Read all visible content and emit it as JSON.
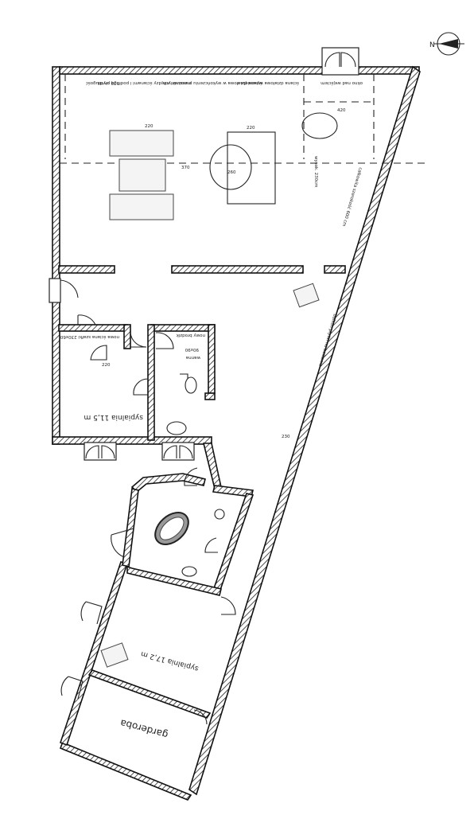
{
  "compass": {
    "label": "N"
  },
  "dimensions": {
    "d1": "220",
    "d2": "220",
    "d3": "370",
    "d4": "260",
    "d5": "420",
    "d6": "220",
    "d7": "230"
  },
  "notes": {
    "top_left": "570 on długość",
    "top_mid_left": "narożniki między ścianami i podłogą płytki",
    "top_mid_right": "ściana działowa w wykończeniu przesuwnych",
    "top_right": "ściana działowa wysunięta z ",
    "top_box": "okno nad wejściem",
    "right_small": "wysok. 230cm",
    "diagonal_upper": "całkowita szerokość 600 cm",
    "diagonal_lower": "balkon płytki na balkonie",
    "bedroom1_above": "nowa ściana szafki 230x60",
    "bath_note1": "nowy brodzik",
    "bath_note2": "90x90",
    "bath_note3": "wanna"
  },
  "rooms": {
    "bedroom_small": "sypialnia 11,5 m",
    "bedroom_large": "sypialnia 17,2 m",
    "wardrobe": "garderoba"
  }
}
